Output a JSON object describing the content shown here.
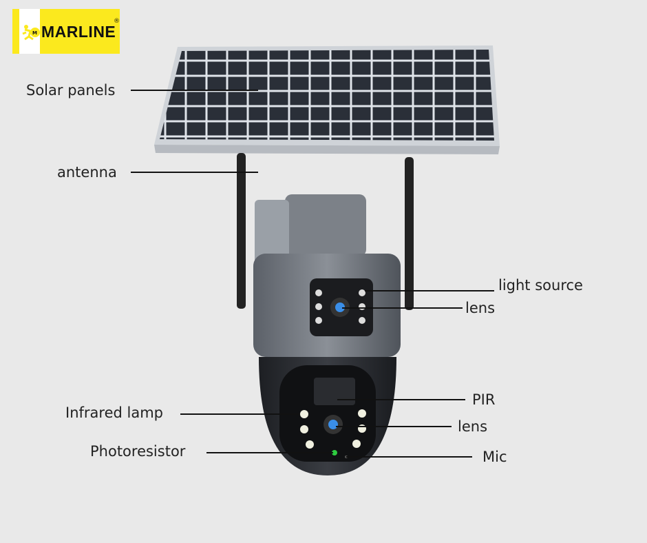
{
  "logo": {
    "brand": "MARLINE",
    "registered": "®"
  },
  "labels": {
    "solar_panels": "Solar panels",
    "antenna": "antenna",
    "light_source": "light source",
    "lens_top": "lens",
    "pir": "PIR",
    "lens_bottom": "lens",
    "mic": "Mic",
    "infrared_lamp": "Infrared lamp",
    "photoresistor": "Photoresistor"
  }
}
